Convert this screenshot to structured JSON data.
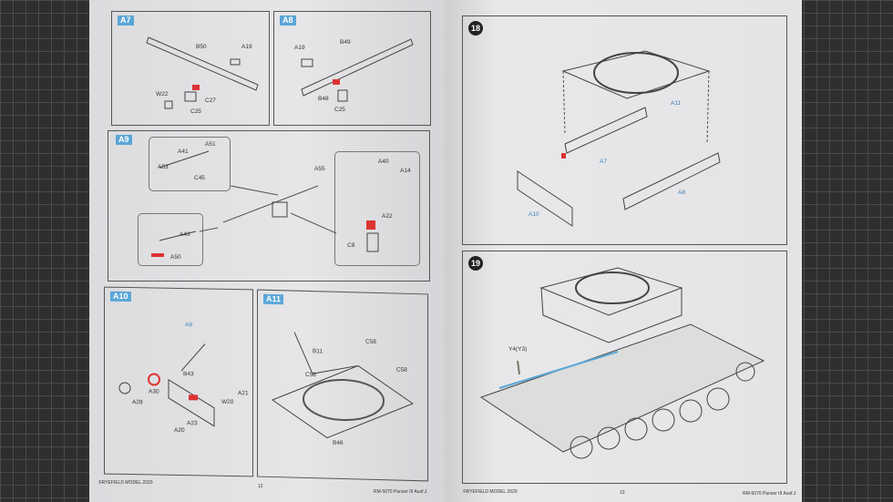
{
  "left_page": {
    "steps": {
      "a7": {
        "tag": "A7",
        "labels": [
          "B50",
          "A19",
          "W22",
          "C27",
          "C25"
        ]
      },
      "a8": {
        "tag": "A8",
        "labels": [
          "A19",
          "B49",
          "B48",
          "C25"
        ]
      },
      "a9": {
        "tag": "A9",
        "labels": [
          "A41",
          "A51",
          "A53",
          "C45",
          "A55",
          "A40",
          "A14",
          "A22",
          "C8",
          "A43",
          "A50"
        ]
      },
      "a10": {
        "tag": "A10",
        "labels": [
          "A9",
          "B43",
          "A30",
          "A21",
          "A28",
          "W20",
          "A23",
          "A20"
        ]
      },
      "a11": {
        "tag": "A11",
        "labels": [
          "B11",
          "C58",
          "C58",
          "C58",
          "B46"
        ]
      }
    },
    "footer": {
      "copyright": "©RYEFIELD MODEL 2020",
      "page": "12",
      "product": "RM-5070 Panzer III Ausf.J"
    }
  },
  "right_page": {
    "steps": {
      "s18": {
        "num": "18",
        "labels": [
          "A11",
          "A7",
          "A8",
          "A10"
        ]
      },
      "s19": {
        "num": "19",
        "labels": [
          "Y4(Y3)"
        ]
      }
    },
    "footer": {
      "copyright": "©RYEFIELD MODEL 2020",
      "page": "13",
      "product": "RM-5070 Panzer III Ausf.J"
    }
  }
}
